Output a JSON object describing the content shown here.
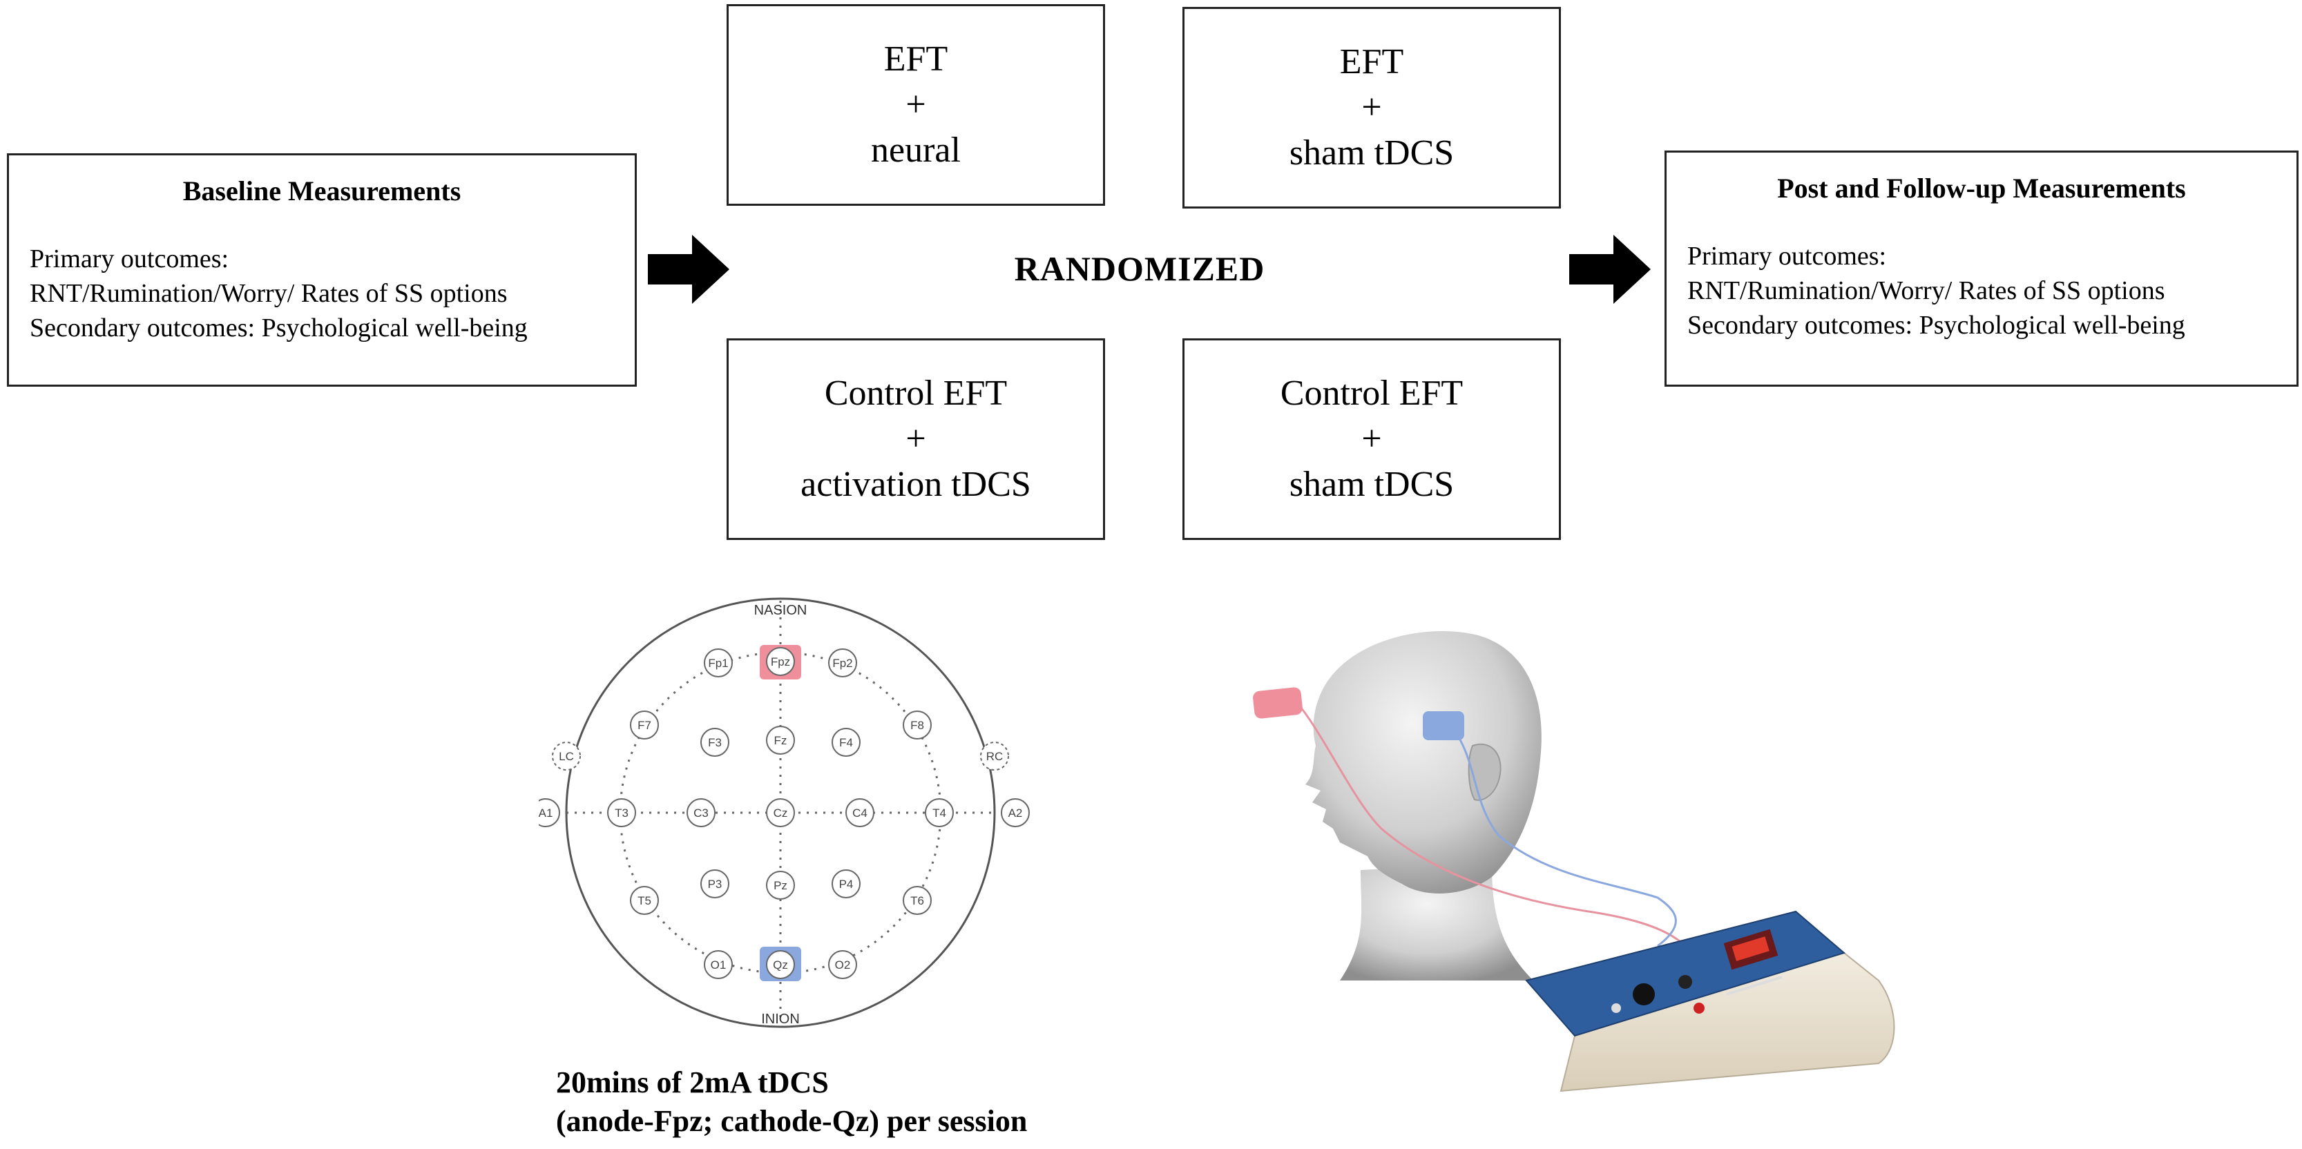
{
  "baseline": {
    "title": "Baseline Measurements",
    "lines": [
      "Primary outcomes:",
      "RNT/Rumination/Worry/ Rates of SS options",
      "Secondary outcomes: Psychological well-being"
    ]
  },
  "post": {
    "title": "Post and Follow-up Measurements",
    "lines": [
      "Primary outcomes:",
      "RNT/Rumination/Worry/ Rates of SS options",
      "Secondary outcomes: Psychological well-being"
    ]
  },
  "randomized": "RANDOMIZED",
  "conditions": [
    {
      "lines": [
        "EFT",
        "+",
        "neural"
      ]
    },
    {
      "lines": [
        "EFT",
        "+",
        "sham tDCS"
      ]
    },
    {
      "lines": [
        "Control EFT",
        "+",
        "activation tDCS"
      ]
    },
    {
      "lines": [
        "Control EFT",
        "+",
        "sham tDCS"
      ]
    }
  ],
  "eeg": {
    "top_label": "NASION",
    "bottom_label": "INION",
    "electrodes": [
      "Fp1",
      "Fpz",
      "Fp2",
      "F7",
      "F3",
      "Fz",
      "F4",
      "F8",
      "LC",
      "RC",
      "A1",
      "T3",
      "C3",
      "Cz",
      "C4",
      "T4",
      "A2",
      "T5",
      "P3",
      "Pz",
      "P4",
      "T6",
      "O1",
      "Qz",
      "O2"
    ],
    "anode_color": "#ef8f9c",
    "cathode_color": "#8aa7de"
  },
  "caption": {
    "line1": "20mins of 2mA tDCS",
    "line2": "(anode-Fpz; cathode-Qz) per session"
  }
}
